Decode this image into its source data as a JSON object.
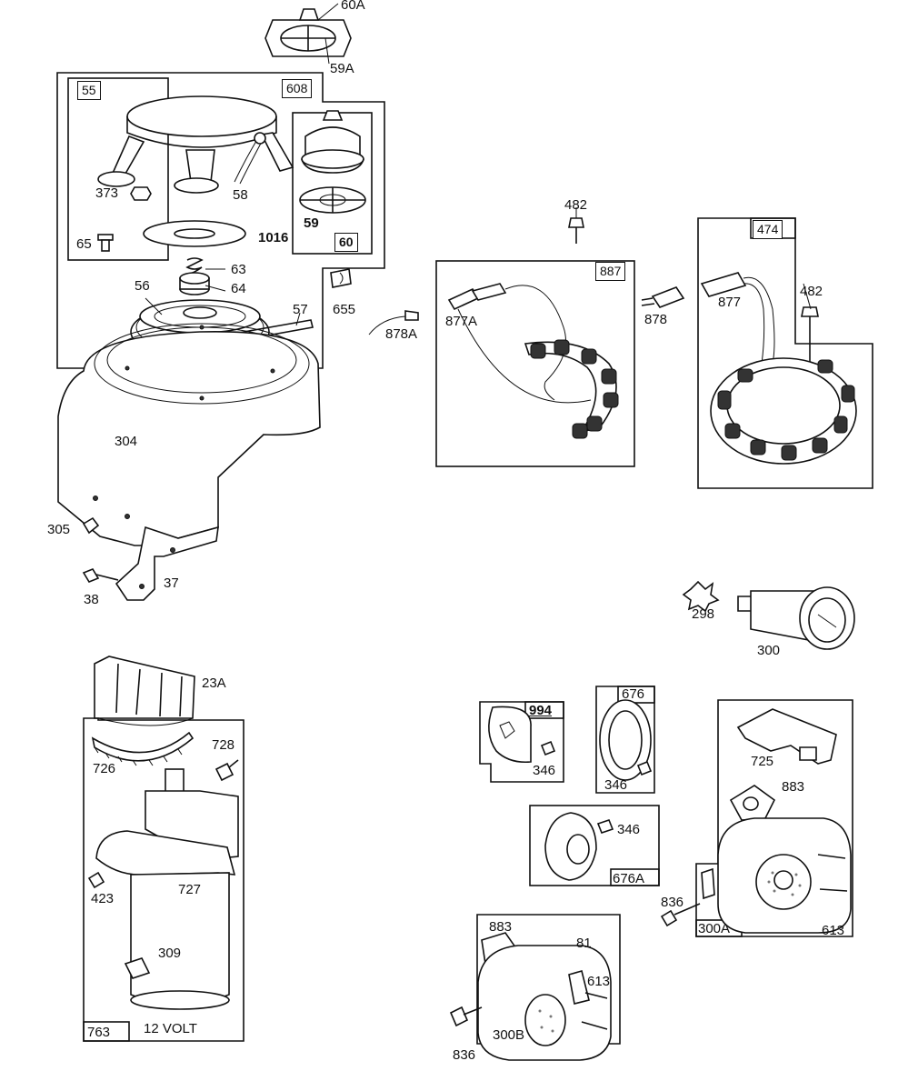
{
  "labels": {
    "p60A": "60A",
    "p59A": "59A",
    "p55": "55",
    "p608": "608",
    "p373": "373",
    "p58": "58",
    "p59": "59",
    "p60": "60",
    "p1016": "1016",
    "p65": "65",
    "p63": "63",
    "p64": "64",
    "p56": "56",
    "p57": "57",
    "p655": "655",
    "p304": "304",
    "p305": "305",
    "p38": "38",
    "p37": "37",
    "p482a": "482",
    "p887": "887",
    "p877A": "877A",
    "p878A": "878A",
    "p878": "878",
    "p474": "474",
    "p877": "877",
    "p482b": "482",
    "p298": "298",
    "p300": "300",
    "p23A": "23A",
    "p726": "726",
    "p728": "728",
    "p727": "727",
    "p423": "423",
    "p309": "309",
    "p763": "763",
    "p12volt": "12 VOLT",
    "p994": "994",
    "p346a": "346",
    "p676": "676",
    "p346b": "346",
    "p346c": "346",
    "p676A": "676A",
    "p725": "725",
    "p883a": "883",
    "p836a": "836",
    "p300A": "300A",
    "p613a": "613",
    "p883b": "883",
    "p81": "81",
    "p613b": "613",
    "p836b": "836",
    "p300B": "300B"
  }
}
